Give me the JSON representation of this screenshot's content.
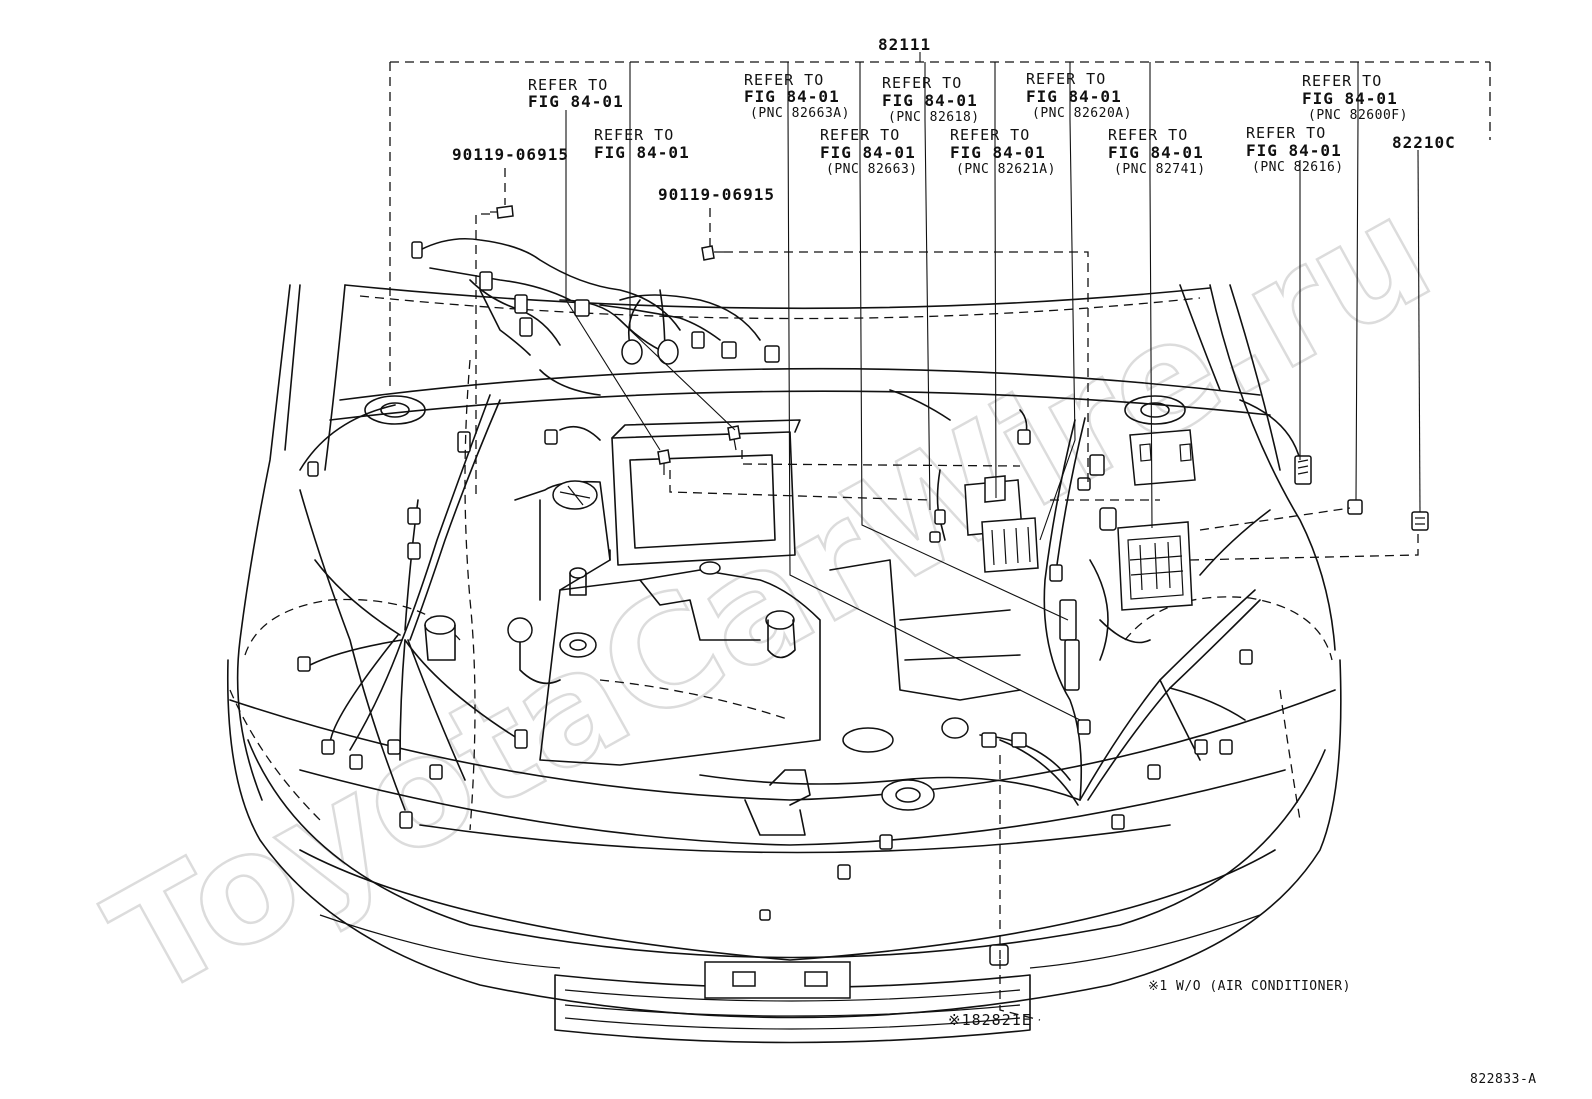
{
  "watermark": "ToyotaCarWire.ru",
  "main_part": "82111",
  "side_part": "82210C",
  "bolt_upper": "90119-06915",
  "bolt_lower": "90119-06915",
  "refs": [
    {
      "l1": "REFER TO",
      "l2": "FIG 84-01",
      "l3": ""
    },
    {
      "l1": "REFER TO",
      "l2": "FIG 84-01",
      "l3": ""
    },
    {
      "l1": "REFER TO",
      "l2": "FIG 84-01",
      "l3": "(PNC 82663A)"
    },
    {
      "l1": "REFER TO",
      "l2": "FIG 84-01",
      "l3": "(PNC 82663)"
    },
    {
      "l1": "REFER TO",
      "l2": "FIG 84-01",
      "l3": "(PNC 82618)"
    },
    {
      "l1": "REFER TO",
      "l2": "FIG 84-01",
      "l3": "(PNC 82621A)"
    },
    {
      "l1": "REFER TO",
      "l2": "FIG 84-01",
      "l3": "(PNC 82620A)"
    },
    {
      "l1": "REFER TO",
      "l2": "FIG 84-01",
      "l3": "(PNC 82741)"
    },
    {
      "l1": "REFER TO",
      "l2": "FIG 84-01",
      "l3": "(PNC 82616)"
    },
    {
      "l1": "REFER TO",
      "l2": "FIG 84-01",
      "l3": "(PNC 82600F)"
    }
  ],
  "bottom_part": "※182821E",
  "footnote": "※1  W/O (AIR CONDITIONER)",
  "drawing_id": "822833-A"
}
